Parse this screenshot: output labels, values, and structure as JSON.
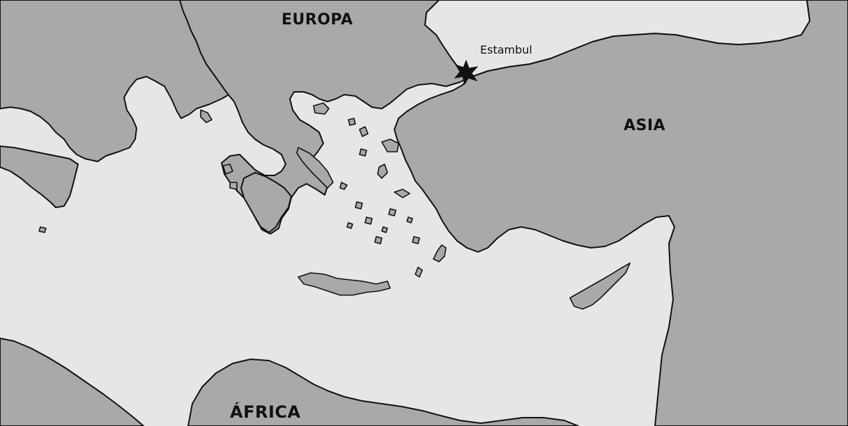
{
  "map": {
    "colors": {
      "land": "#a9a9a9",
      "sea": "#e6e6e6",
      "outline": "#111111"
    },
    "regions": {
      "europa": "EUROPA",
      "asia": "ASIA",
      "africa": "ÁFRICA"
    },
    "cities": [
      {
        "name": "Estambul",
        "marker": "star-icon"
      }
    ]
  }
}
